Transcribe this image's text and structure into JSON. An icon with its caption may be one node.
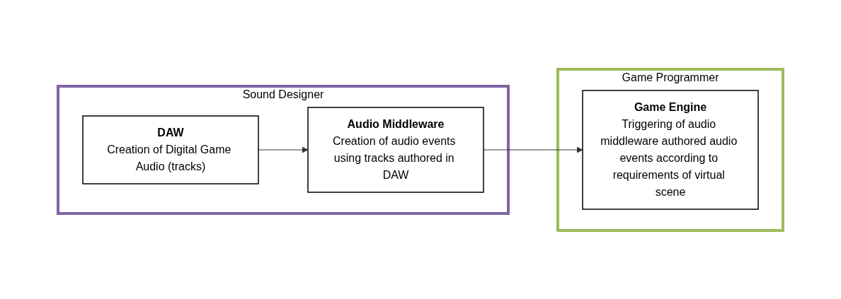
{
  "diagram": {
    "nodes": [
      {
        "text": [
          "Sound Designer"
        ]
      },
      {
        "text": [
          "DAW",
          "Creation of Digital Game Audio (tracks)"
        ],
        "in": 0
      },
      {
        "text": [
          "Audio Middleware",
          "Creation of audio events using tracks authored in DAW"
        ],
        "in": 0
      },
      {
        "text": [
          "Game Programmer"
        ]
      },
      {
        "text": [
          "Game Engine",
          "Triggering of audio middleware authored audio events according to requirements of virtual scene"
        ],
        "in": 3
      }
    ],
    "edges": [
      {
        "from": 1,
        "to": 2,
        "arrow": "to"
      },
      {
        "from": 2,
        "to": 4,
        "arrow": "to"
      }
    ]
  }
}
